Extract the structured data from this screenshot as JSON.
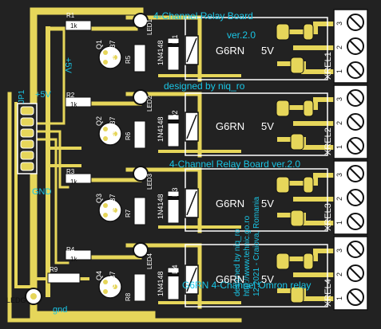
{
  "colors": {
    "board": "#222222",
    "copper": "#e6d65a",
    "silk_white": "#ffffff",
    "silk_cyan": "#19c6e6",
    "pad": "#ffffff",
    "component": "#ffffff"
  },
  "top_title": "4-Channel Relay Board",
  "version_label": "ver.2.0",
  "designed_by": "designed by niq_ro",
  "mid_title": "4-Channel Relay Board ver.2.0",
  "bottom_caption": "G6RN 4-Channel Omron relay",
  "vertical_credit": [
    "designed by niq_ro",
    "http://www.tehnic.go.ro",
    "12.2021 - Craiova, Romania"
  ],
  "connector": {
    "ref": "JP1",
    "plus_label": "+5V",
    "gnd_label": "GND",
    "bottom_label": "gnd",
    "pin_count": 6
  },
  "rail_label": "+5V",
  "led": {
    "ref": "LEDG",
    "resistor": "R9"
  },
  "channels": [
    {
      "transistor": "Q1",
      "transistor_part": "BC237",
      "diode_ref": "D1",
      "diode_part": "1N4148",
      "base_resistor": "R1",
      "led_resistor": "R5",
      "led": "LED1",
      "relay_label": "G6RN",
      "relay_voltage": "5V",
      "terminal": "XREL1",
      "pins": [
        "3",
        "2",
        "1"
      ]
    },
    {
      "transistor": "Q2",
      "transistor_part": "BC237",
      "diode_ref": "D2",
      "diode_part": "1N4148",
      "base_resistor": "R2",
      "led_resistor": "R6",
      "led": "LED2",
      "relay_label": "G6RN",
      "relay_voltage": "5V",
      "terminal": "XREL2",
      "pins": [
        "3",
        "2",
        "1"
      ]
    },
    {
      "transistor": "Q3",
      "transistor_part": "BC237",
      "diode_ref": "D3",
      "diode_part": "1N4148",
      "base_resistor": "R3",
      "led_resistor": "R7",
      "led": "LED3",
      "relay_label": "G6RN",
      "relay_voltage": "5V",
      "terminal": "XREL3",
      "pins": [
        "3",
        "2",
        "1"
      ]
    },
    {
      "transistor": "Q4",
      "transistor_part": "BC237",
      "diode_ref": "D4",
      "diode_part": "1N4148",
      "base_resistor": "R4",
      "led_resistor": "R8",
      "led": "LED4",
      "relay_label": "G6RN",
      "relay_voltage": "5V",
      "terminal": "XREL4",
      "pins": [
        "3",
        "2",
        "1"
      ]
    }
  ],
  "resistor_value_label": "1k"
}
